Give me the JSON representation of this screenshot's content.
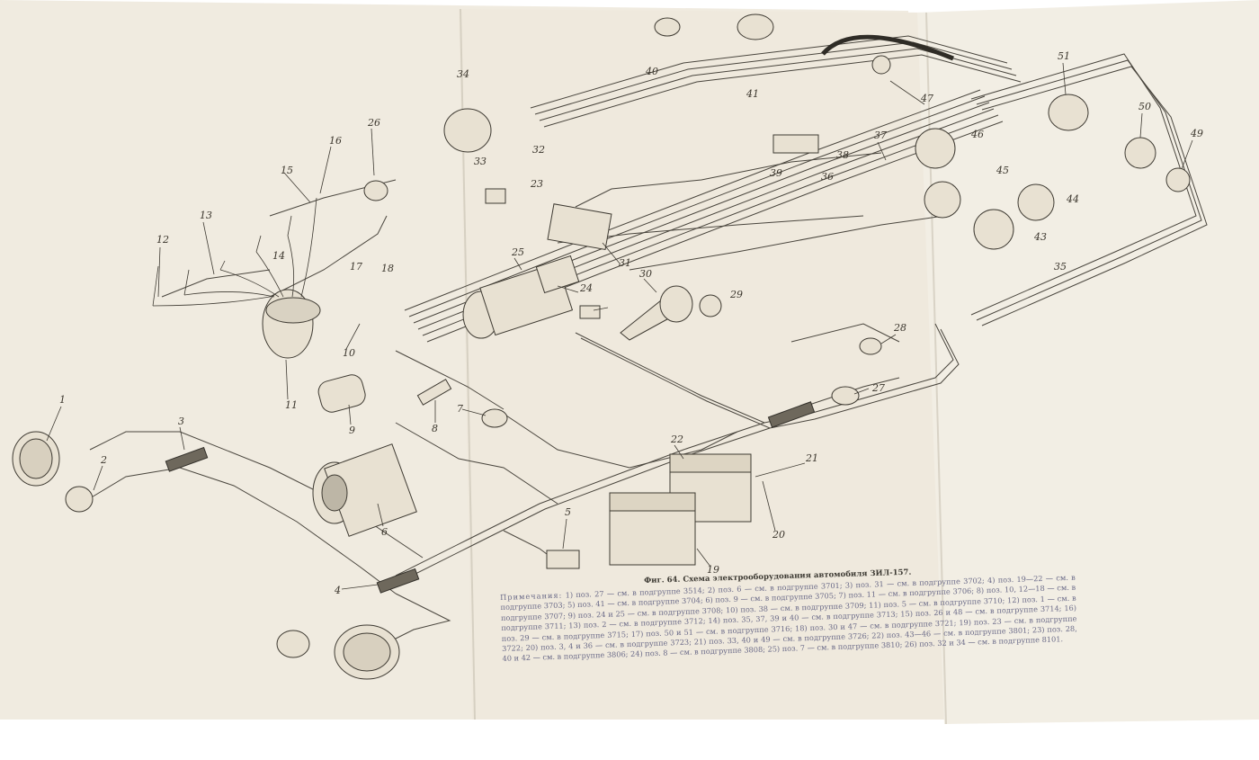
{
  "figure": {
    "caption": "Фиг. 64. Схема электрооборудования автомобиля ЗИЛ-157.",
    "notes_heading": "Примечания:",
    "notes_text": "1) поз. 27 — см. в подгруппе 3514; 2) поз. 6 — см. в подгруппе 3701; 3) поз. 31 — см. в подгруппе 3702; 4) поз. 19—22 — см. в подгруппе 3703; 5) поз. 41 — см. в подгруппе 3704; 6) поз. 9 — см. в подгруппе 3705; 7) поз. 11 — см. в подгруппе 3706; 8) поз. 10, 12—18 — см. в подгруппе 3707; 9) поз. 24 и 25 — см. в подгруппе 3708; 10) поз. 38 — см. в подгруппе 3709; 11) поз. 5 — см. в подгруппе 3710; 12) поз. 1 — см. в подгруппе 3711; 13) поз. 2 — см. в подгруппе 3712; 14) поз. 35, 37, 39 и 40 — см. в подгруппе 3713; 15) поз. 26 и 48 — см. в подгруппе 3714; 16) поз. 29 — см. в подгруппе 3715; 17) поз. 50 и 51 — см. в подгруппе 3716; 18) поз. 30 и 47 — см. в подгруппе 3721; 19) поз. 23 — см. в подгруппе 3722; 20) поз. 3, 4 и 36 — см. в подгруппе 3723; 21) поз. 33, 40 и 49 — см. в подгруппе 3726; 22) поз. 43—46 — см. в подгруппе 3801; 23) поз. 28, 40 и 42 — см. в подгруппе 3806; 24) поз. 8 — см. в подгруппе 3808; 25) поз. 7 — см. в подгруппе 3810; 26) поз. 32 и 34 — см. в подгруппе 8101."
  },
  "callouts": [
    "1",
    "2",
    "3",
    "4",
    "5",
    "6",
    "7",
    "8",
    "9",
    "10",
    "11",
    "12",
    "13",
    "14",
    "15",
    "16",
    "17",
    "18",
    "19",
    "20",
    "21",
    "22",
    "23",
    "24",
    "25",
    "26",
    "27",
    "28",
    "29",
    "30",
    "31",
    "32",
    "33",
    "34",
    "35",
    "36",
    "37",
    "38",
    "39",
    "40",
    "41",
    "43",
    "44",
    "45",
    "46",
    "47",
    "49",
    "50",
    "51"
  ],
  "colors": {
    "paper": "#f0ebe0",
    "ink": "#3e3a32",
    "notes_ink": "#6a6a88"
  }
}
